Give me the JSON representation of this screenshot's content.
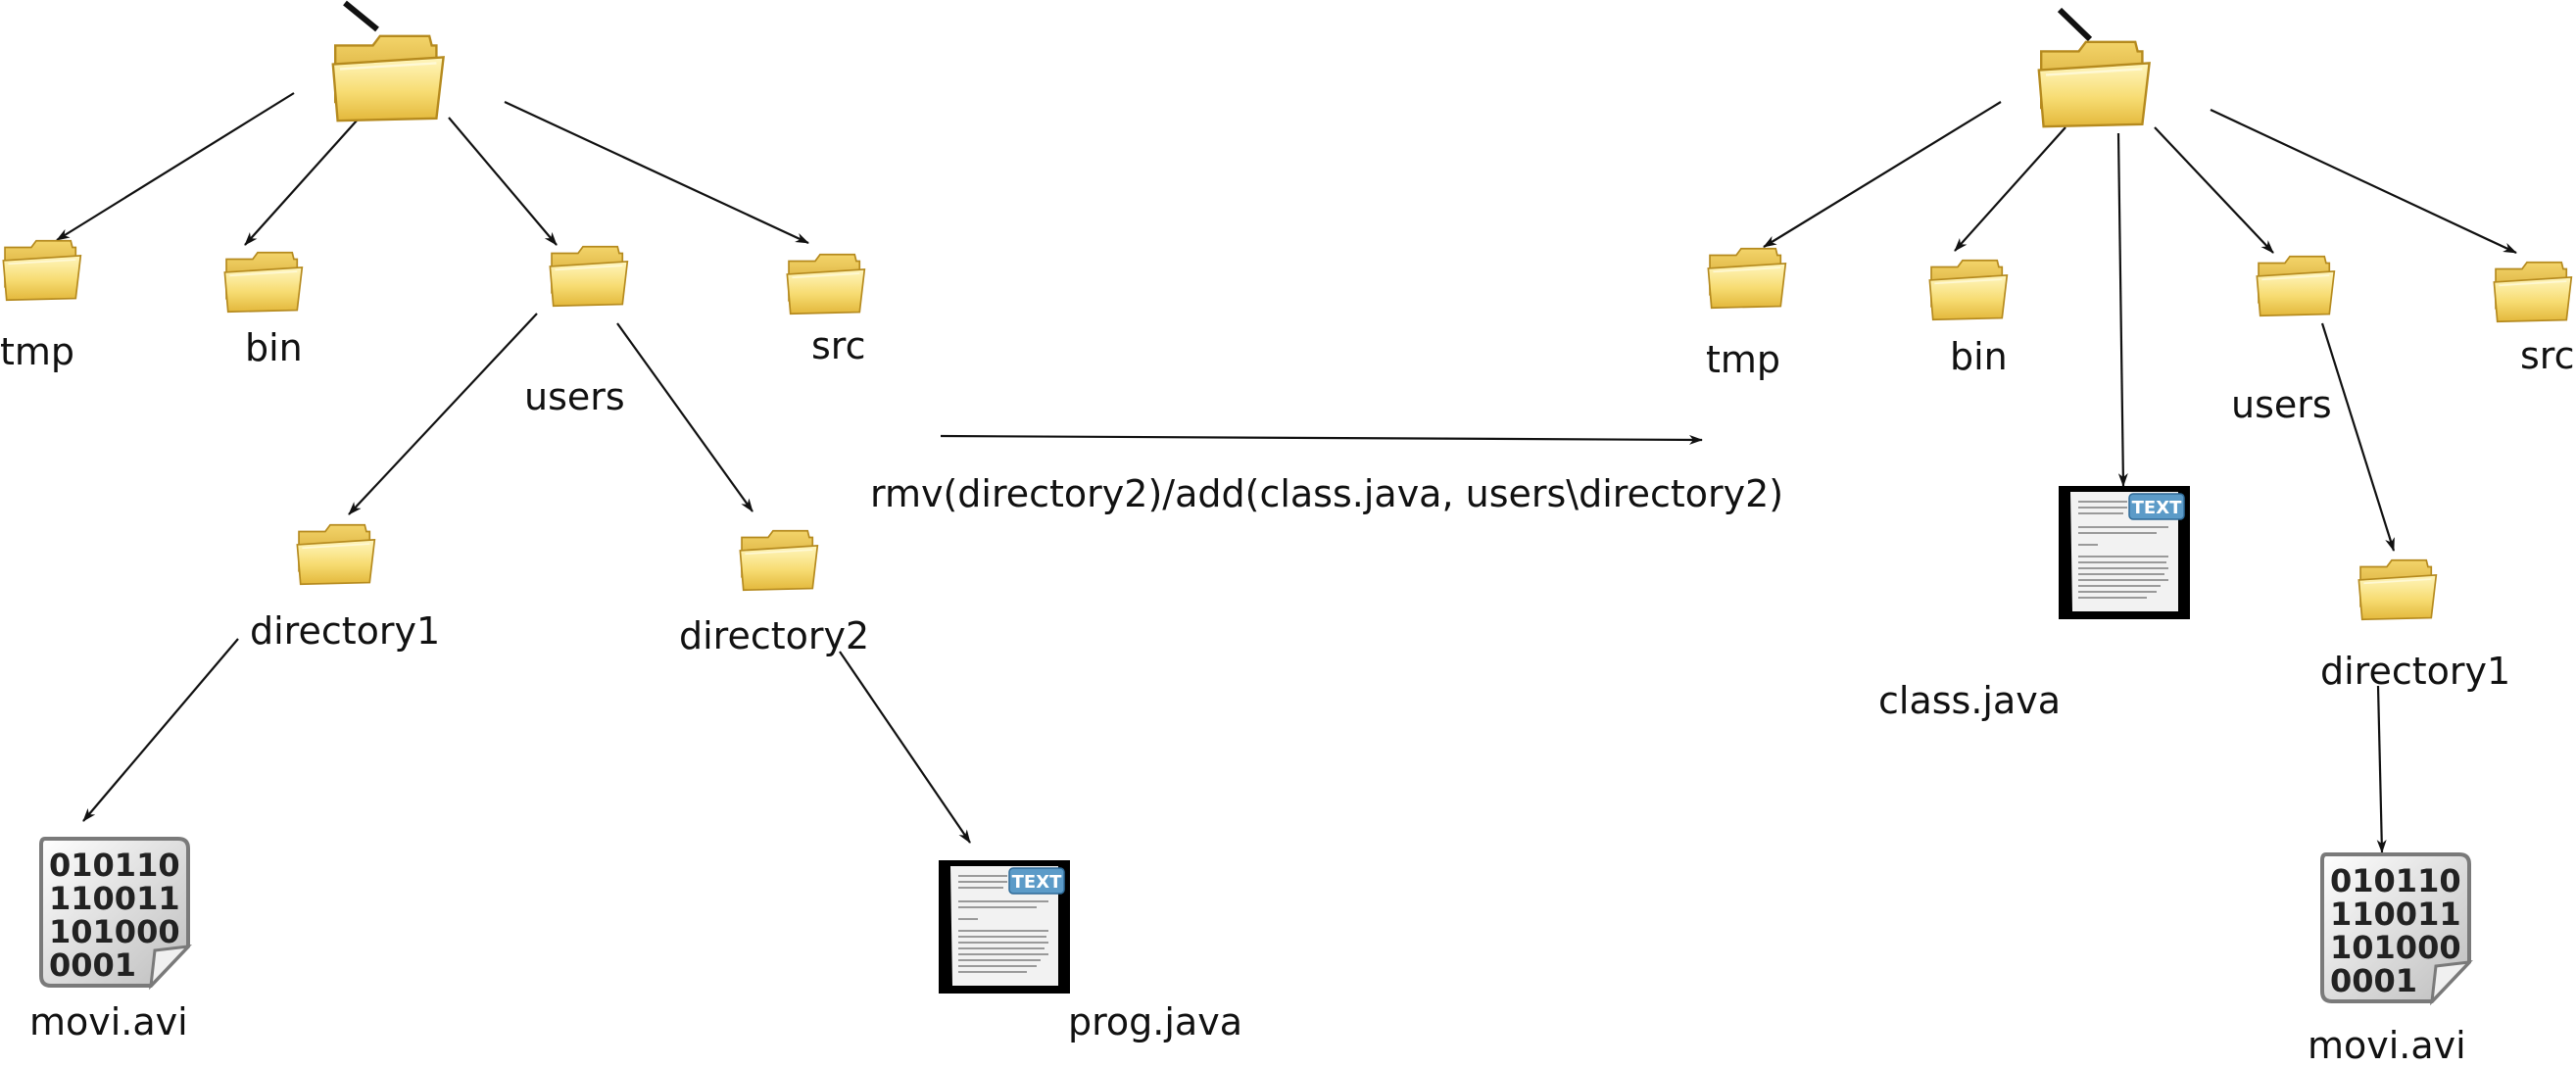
{
  "colors": {
    "folder_light": "#fff4b0",
    "folder_mid": "#f5d560",
    "folder_dark": "#c99a1c",
    "arrow": "#111111",
    "text_badge": "#5c9bc8"
  },
  "icons": {
    "folder": "folder-icon",
    "text_file": "text-file-icon",
    "binary_file": "binary-file-icon"
  },
  "operation": "rmv(directory2)/add(class.java, users\\directory2)",
  "binary_icon_lines": [
    "010110",
    "110011",
    "101000",
    "0001"
  ],
  "text_icon_badge": "TEXT",
  "left_tree": {
    "tmp": "tmp",
    "bin": "bin",
    "users": "users",
    "src": "src",
    "directory1": "directory1",
    "directory2": "directory2",
    "movi": "movi.avi",
    "prog": "prog.java"
  },
  "right_tree": {
    "tmp": "tmp",
    "bin": "bin",
    "users": "users",
    "src": "src",
    "class": "class.java",
    "directory1": "directory1",
    "movi": "movi.avi"
  }
}
